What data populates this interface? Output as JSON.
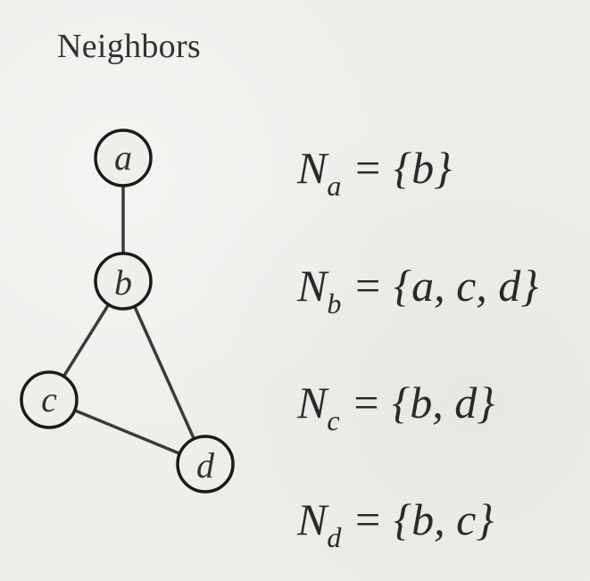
{
  "title": "Neighbors",
  "graph": {
    "nodes": [
      {
        "id": "a",
        "label": "a"
      },
      {
        "id": "b",
        "label": "b"
      },
      {
        "id": "c",
        "label": "c"
      },
      {
        "id": "d",
        "label": "d"
      }
    ],
    "edges": [
      [
        "a",
        "b"
      ],
      [
        "b",
        "c"
      ],
      [
        "b",
        "d"
      ],
      [
        "c",
        "d"
      ]
    ]
  },
  "neighborhoods": [
    {
      "symbol": "N",
      "node": "a",
      "rhs": "= {b}"
    },
    {
      "symbol": "N",
      "node": "b",
      "rhs": "= {a, c, d}"
    },
    {
      "symbol": "N",
      "node": "c",
      "rhs": "= {b, d}"
    },
    {
      "symbol": "N",
      "node": "d",
      "rhs": "= {b, c}"
    }
  ],
  "colors": {
    "stroke": "#1a1a1a",
    "edge": "#3a3a3a",
    "background": "#efeeeb"
  }
}
